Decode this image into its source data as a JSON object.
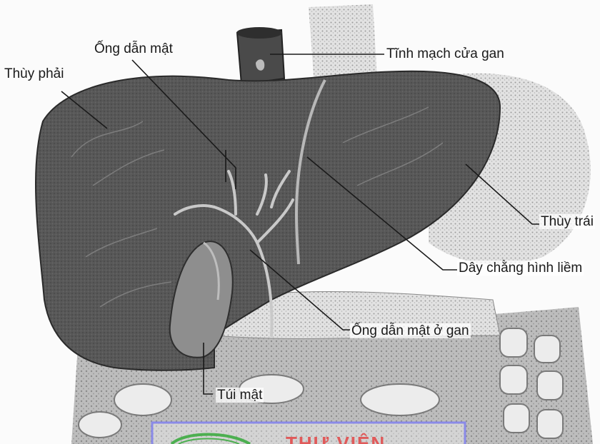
{
  "labels": {
    "bile_duct": "Ống dẫn mật",
    "right_lobe": "Thùy phải",
    "portal_vein": "Tĩnh mạch cửa gan",
    "left_lobe": "Thùy trái",
    "falciform_ligament": "Dây chằng hình liềm",
    "hepatic_bile_duct": "Ống dẫn mật ở gan",
    "gallbladder": "Túi mật"
  },
  "watermark": {
    "text": "THƯ VIỆN",
    "text_color": "#e05a5a",
    "border_color": "#8a8ae8",
    "emblem_color": "#4caf50"
  },
  "colors": {
    "liver": "#5a5a5a",
    "liver_dark": "#3f3f3f",
    "vessel": "#bdbdbd",
    "stomach": "#dcdcdc",
    "intestine": "#a8a8a8",
    "leader": "#1a1a1a"
  }
}
